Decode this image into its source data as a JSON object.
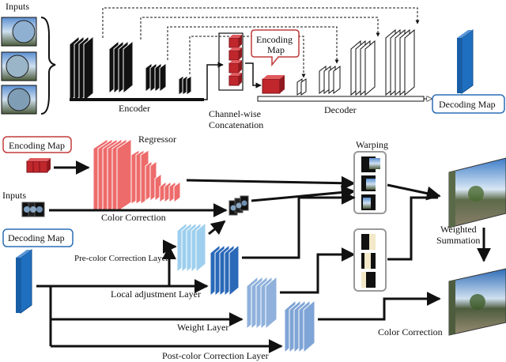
{
  "labels": {
    "inputs_top": "Inputs",
    "encoder": "Encoder",
    "channel_concat_1": "Channel-wise",
    "channel_concat_2": "Concatenation",
    "decoder": "Decoder",
    "encoding_map_callout_1": "Encoding",
    "encoding_map_callout_2": "Map",
    "decoding_map_top": "Decoding Map",
    "encoding_map_box": "Encoding Map",
    "regressor": "Regressor",
    "warping": "Warping",
    "inputs_mid": "Inputs",
    "color_correction_mid": "Color Correction",
    "decoding_map_box": "Decoding Map",
    "weighted": "Weighted",
    "summation": "Summation",
    "pre_color_layer": "Pre-color Correction Layer",
    "local_adjustment_layer": "Local adjustment Layer",
    "weight_layer": "Weight Layer",
    "color_correction_bottom": "Color Correction",
    "post_color_layer": "Post-color Correction Layer"
  },
  "colors": {
    "encoder_block": "#111111",
    "encoding_red": "#c0272d",
    "regressor_red": "#ee6b6b",
    "decoding_blue": "#1f6fc0",
    "callout_border": "#c23b3b",
    "box_border_blue": "#2a6fb5",
    "pre_color": "#9ecfee",
    "local_adjust": "#2a68b8",
    "weight_layer": "#8fb1dc",
    "post_color": "#7fa4d6"
  }
}
